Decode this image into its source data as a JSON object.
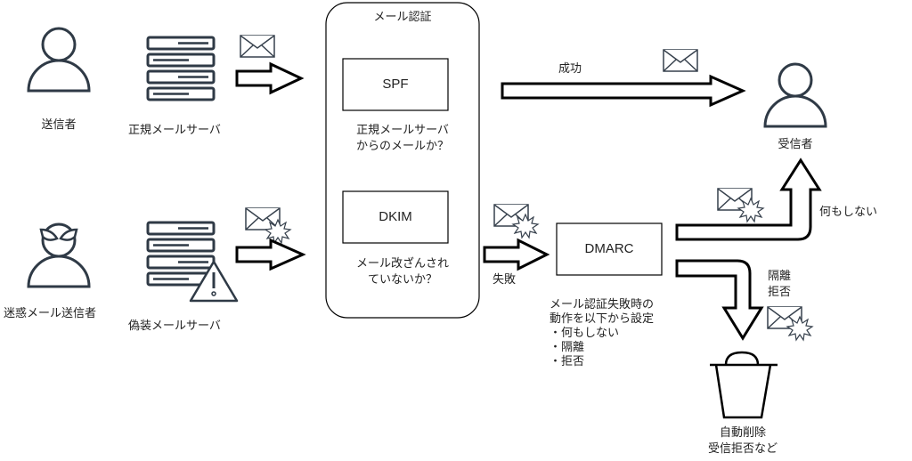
{
  "actors": {
    "sender": "送信者",
    "legit_server": "正規メールサーバ",
    "spammer": "迷惑メール送信者",
    "fake_server": "偽装メールサーバ",
    "receiver": "受信者"
  },
  "auth_group": {
    "title": "メール認証",
    "spf": {
      "label": "SPF",
      "desc_line1": "正規メールサーバ",
      "desc_line2": "からのメールか？"
    },
    "dkim": {
      "label": "DKIM",
      "desc_line1": "メール改ざんされ",
      "desc_line2": "ていないか？"
    }
  },
  "flows": {
    "success": "成功",
    "failure": "失敗",
    "none": "何もしない",
    "quarantine": "隔離",
    "reject": "拒否"
  },
  "dmarc": {
    "label": "DMARC",
    "desc": [
      "メール認証失敗時の",
      "動作を以下から設定",
      "・何もしない",
      "・隔離",
      "・拒否"
    ]
  },
  "trash": {
    "line1": "自動削除",
    "line2": "受信拒否など"
  }
}
